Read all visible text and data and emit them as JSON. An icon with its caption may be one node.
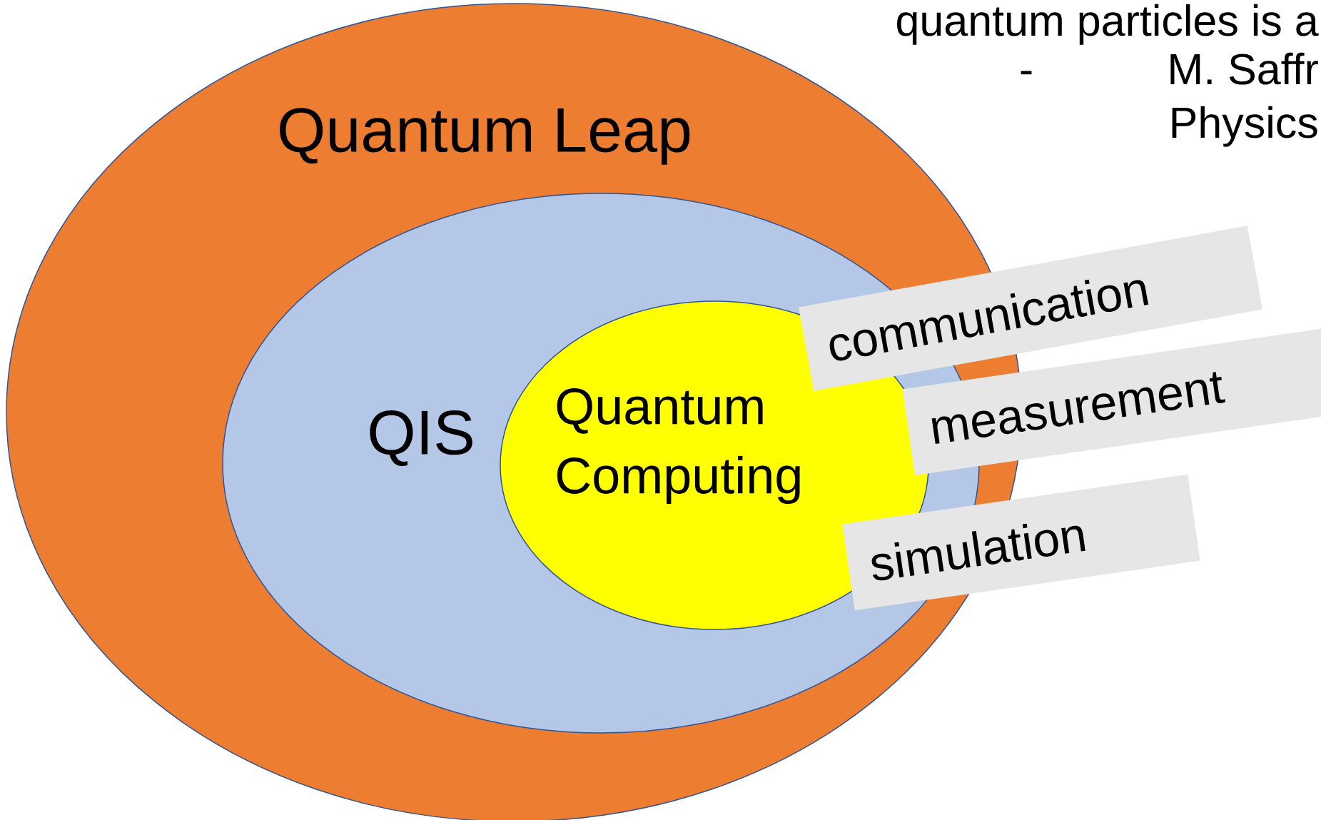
{
  "diagram": {
    "nodes": [
      {
        "text": [
          "Quantum Leap"
        ]
      },
      {
        "text": [
          "QIS"
        ],
        "in": 0
      },
      {
        "text": [
          "Quantum Computing"
        ],
        "in": 1
      },
      {
        "text": [
          "communication"
        ]
      },
      {
        "text": [
          "measurement"
        ]
      },
      {
        "text": [
          "simulation"
        ]
      }
    ],
    "labels": [
      "quantum particles is a",
      "-",
      "M. Saffr",
      "Physics"
    ]
  }
}
